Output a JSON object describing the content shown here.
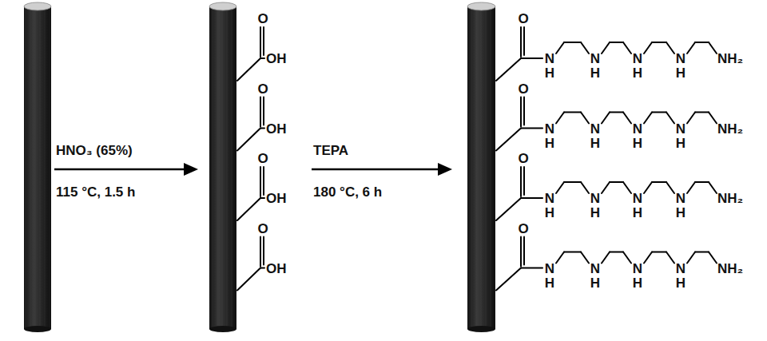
{
  "diagram": {
    "labels": [
      "HNO₃ (65%)",
      "115 °C, 1.5 h",
      "TEPA",
      "180 °C, 6 h",
      "O",
      "OH",
      "O",
      "OH",
      "O",
      "OH",
      "O",
      "OH",
      "O",
      "N",
      "H",
      "N",
      "H",
      "N",
      "H",
      "N",
      "H",
      "NH₂",
      "O",
      "N",
      "H",
      "N",
      "H",
      "N",
      "H",
      "N",
      "H",
      "NH₂",
      "O",
      "N",
      "H",
      "N",
      "H",
      "N",
      "H",
      "N",
      "H",
      "NH₂",
      "O",
      "N",
      "H",
      "N",
      "H",
      "N",
      "H",
      "N",
      "H",
      "NH₂"
    ]
  }
}
